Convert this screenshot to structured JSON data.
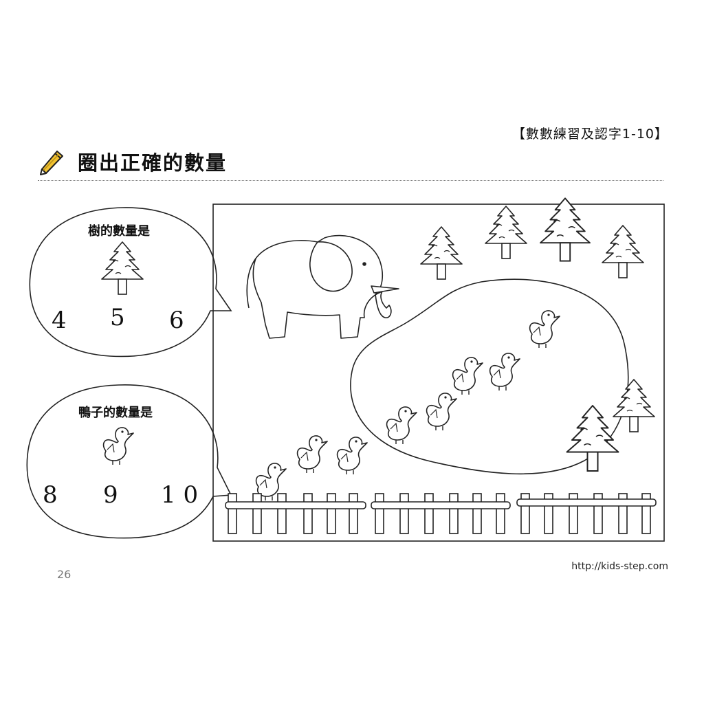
{
  "header": {
    "series_label": "【數數練習及認字1-10】",
    "title": "圈出正確的數量"
  },
  "bubbles": {
    "tree": {
      "question": "樹的數量是",
      "options": [
        "4",
        "5",
        "6"
      ]
    },
    "duck": {
      "question": "鴨子的數量是",
      "options": [
        "8",
        "9",
        "1 0"
      ]
    }
  },
  "footer": {
    "page_number": "26",
    "website": "http://kids-step.com"
  },
  "colors": {
    "pencil": "#f2c230",
    "line": "#222222"
  },
  "icons": [
    "pencil-icon",
    "tree-icon",
    "duck-icon",
    "elephant-icon",
    "fence-icon"
  ]
}
